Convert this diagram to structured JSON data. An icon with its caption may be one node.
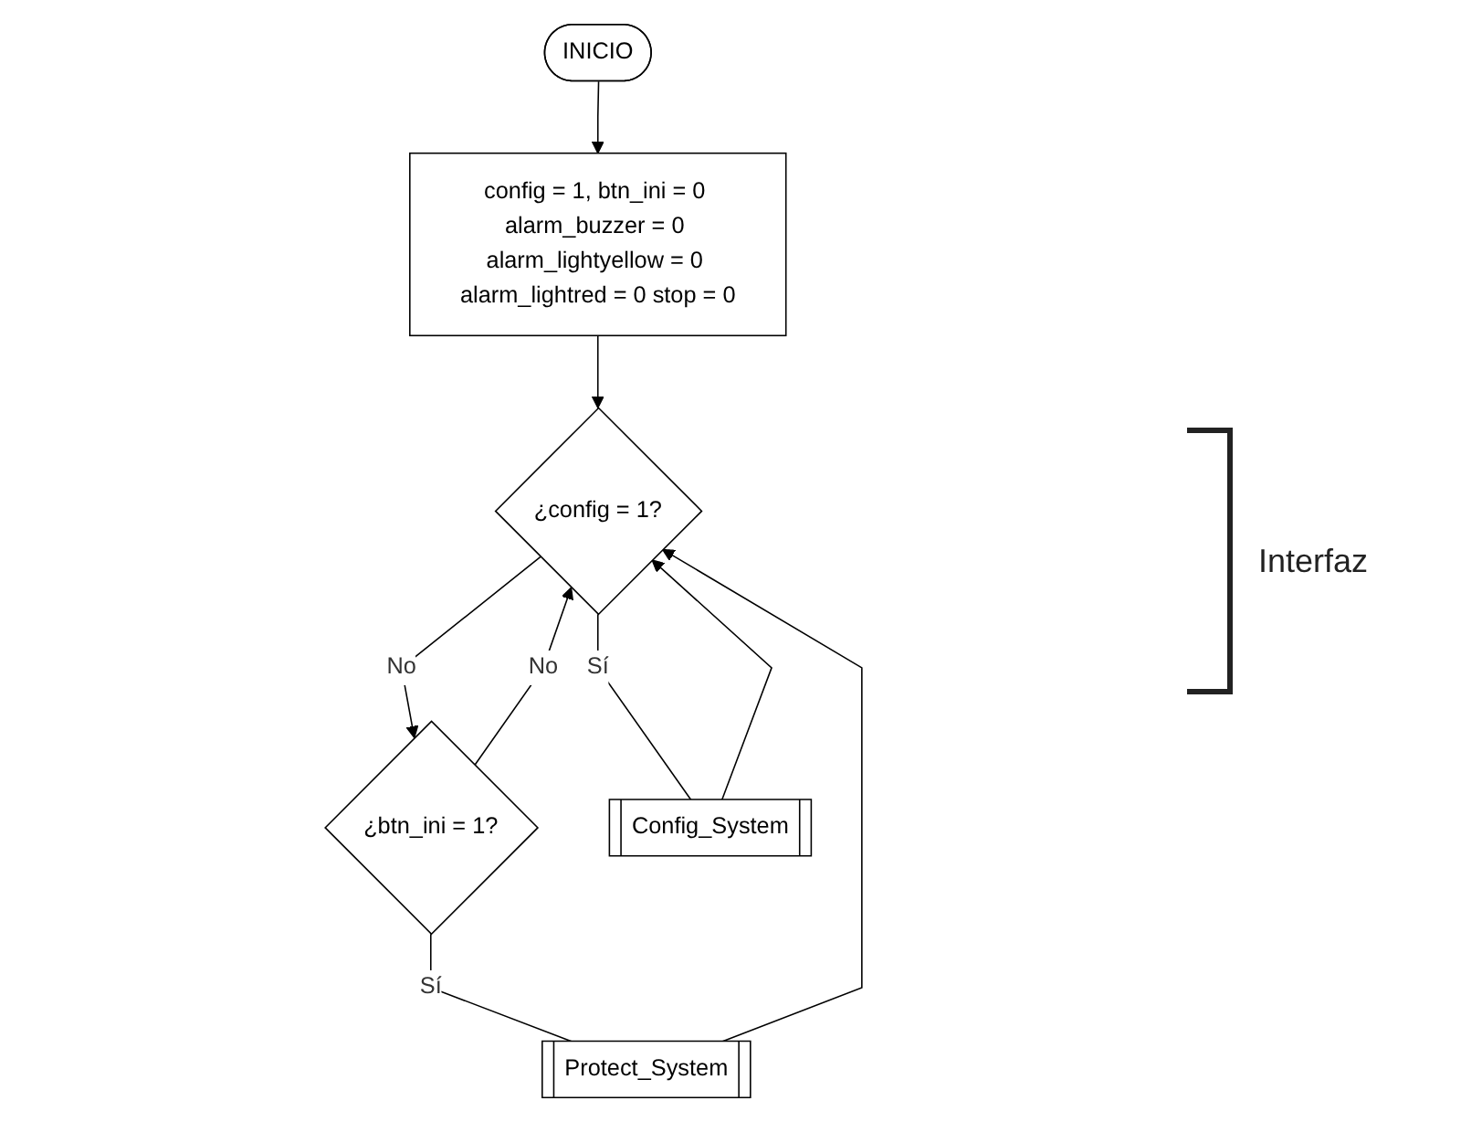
{
  "diagram": {
    "nodes": [
      {
        "text": [
          "INICIO"
        ]
      },
      {
        "text": [
          "config = 1, btn_ini = 0 alarm_buzzer = 0 alarm_lightyellow = 0 alarm_lightred = 0 stop = 0"
        ]
      },
      {
        "text": [
          "¿config = 1?"
        ]
      },
      {
        "text": [
          "¿btn_ini = 1?"
        ]
      },
      {
        "text": [
          "Config_System"
        ]
      },
      {
        "text": [
          "Protect_System"
        ]
      }
    ],
    "edges": [
      {
        "from": 0,
        "to": 1,
        "arrow": "to"
      },
      {
        "from": 1,
        "to": 2,
        "arrow": "to"
      },
      {
        "from": 2,
        "to": 3,
        "arrow": "to",
        "label": "No"
      },
      {
        "from": 2,
        "to": 4,
        "arrow": "none",
        "label": "Sí"
      },
      {
        "from": 3,
        "to": 5,
        "arrow": "none",
        "label": "Sí"
      },
      {
        "from": 3,
        "to": 2,
        "arrow": "to",
        "label": "No"
      },
      {
        "from": 5,
        "to": 2,
        "arrow": "to"
      },
      {
        "from": 4,
        "to": 2,
        "arrow": "to"
      }
    ],
    "labels": [
      "Interfaz"
    ]
  }
}
